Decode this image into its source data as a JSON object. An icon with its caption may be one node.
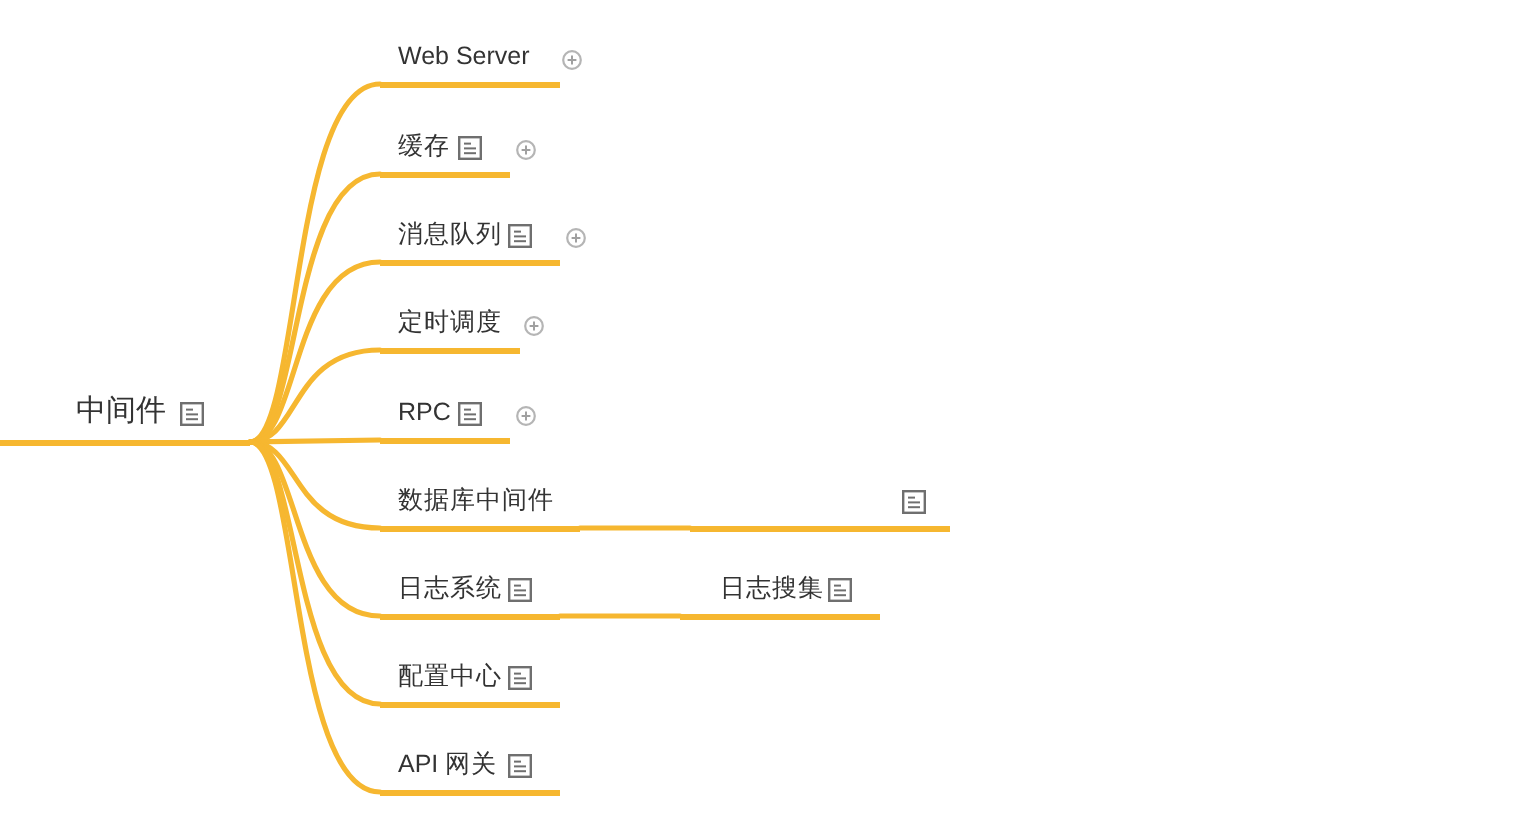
{
  "diagram": {
    "nodes": [
      {
        "text": [
          "中间件"
        ]
      },
      {
        "text": [
          "Web Server"
        ]
      },
      {
        "text": [
          "缓存"
        ]
      },
      {
        "text": [
          "消息队列"
        ]
      },
      {
        "text": [
          "定时调度"
        ]
      },
      {
        "text": [
          "RPC"
        ]
      },
      {
        "text": [
          "数据库中间件"
        ]
      },
      {
        "text": [],
        "shape": "line"
      },
      {
        "text": [
          "日志系统"
        ]
      },
      {
        "text": [
          "日志搜集"
        ]
      },
      {
        "text": [
          "配置中心"
        ]
      },
      {
        "text": [
          "API 网关"
        ]
      }
    ],
    "edges": [
      {
        "from": 0,
        "to": 1,
        "arrow": "none"
      },
      {
        "from": 0,
        "to": 2,
        "arrow": "none"
      },
      {
        "from": 0,
        "to": 3,
        "arrow": "none"
      },
      {
        "from": 0,
        "to": 4,
        "arrow": "none"
      },
      {
        "from": 0,
        "to": 5,
        "arrow": "none"
      },
      {
        "from": 0,
        "to": 6,
        "arrow": "none"
      },
      {
        "from": 6,
        "to": 7,
        "arrow": "none"
      },
      {
        "from": 0,
        "to": 8,
        "arrow": "none"
      },
      {
        "from": 8,
        "to": 9,
        "arrow": "none"
      },
      {
        "from": 0,
        "to": 10,
        "arrow": "none"
      },
      {
        "from": 0,
        "to": 11,
        "arrow": "none"
      }
    ]
  }
}
